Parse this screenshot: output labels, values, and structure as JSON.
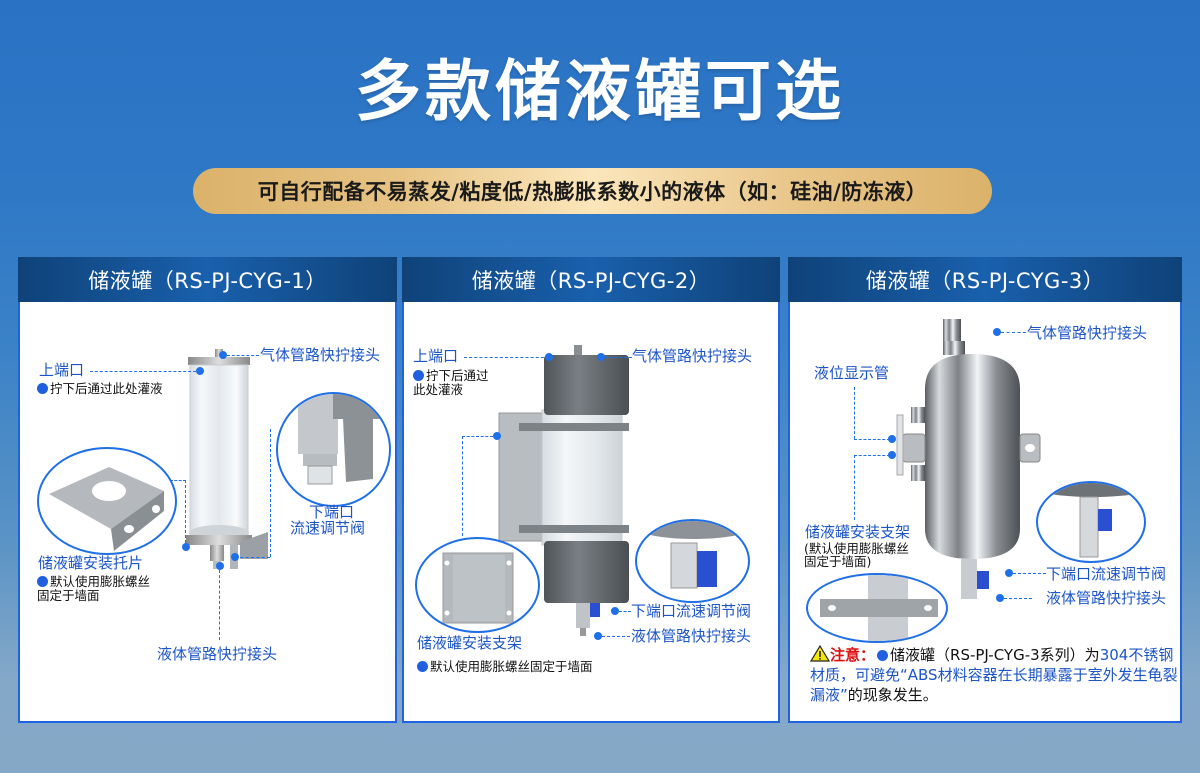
{
  "title": "多款储液罐可选",
  "subtitle": "可自行配备不易蒸发/粘度低/热膨胀系数小的液体（如：硅油/防冻液）",
  "colors": {
    "background_top": "#2a72c4",
    "background_bottom": "#86a8c7",
    "card_header": "#1960ad",
    "card_border": "#1f63e0",
    "label_blue": "#1c55c8",
    "pill_gold": "#dbb26a",
    "warning_red": "#e01010"
  },
  "cards": [
    {
      "header": "储液罐（RS-PJ-CYG-1）",
      "labels": {
        "top_port": "上端口",
        "top_port_note": "拧下后通过此处灌液",
        "gas_fitting": "气体管路快拧接头",
        "bottom_port_line1": "下端口",
        "bottom_port_line2": "流速调节阀",
        "bracket": "储液罐安装托片",
        "bracket_note_line1": "默认使用膨胀螺丝",
        "bracket_note_line2": "固定于墙面",
        "liquid_fitting": "液体管路快拧接头"
      }
    },
    {
      "header": "储液罐（RS-PJ-CYG-2）",
      "labels": {
        "top_port": "上端口",
        "top_port_note_line1": "拧下后通过",
        "top_port_note_line2": "此处灌液",
        "gas_fitting": "气体管路快拧接头",
        "bracket": "储液罐安装支架",
        "bracket_note": "默认使用膨胀螺丝固定于墙面",
        "bottom_valve": "下端口流速调节阀",
        "liquid_fitting": "液体管路快拧接头"
      }
    },
    {
      "header": "储液罐（RS-PJ-CYG-3）",
      "labels": {
        "gas_fitting": "气体管路快拧接头",
        "level_tube": "液位显示管",
        "bracket": "储液罐安装支架",
        "bracket_note_line1": "(默认使用膨胀螺丝",
        "bracket_note_line2": "固定于墙面)",
        "bottom_valve": "下端口流速调节阀",
        "liquid_fitting": "液体管路快拧接头"
      },
      "warning": {
        "icon": "warning-triangle-icon",
        "label": "注意：",
        "part1": "储液罐（RS-PJ-CYG-3系列）为",
        "part2": "304不锈钢材质，可避免“ABS材料容器在长期暴露于室外发生龟裂漏液”",
        "part3": "的现象发生。"
      }
    }
  ]
}
